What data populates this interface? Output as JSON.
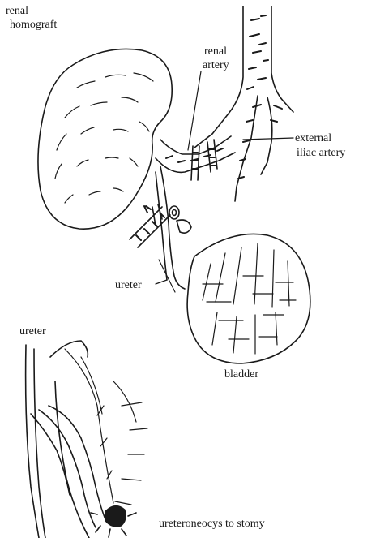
{
  "labels": {
    "renal_homograft_line1": "renal",
    "renal_homograft_line2": "homograft",
    "renal_artery_line1": "renal",
    "renal_artery_line2": "artery",
    "external_iliac_line1": "external",
    "external_iliac_line2": "iliac artery",
    "ureter_top": "ureter",
    "bladder": "bladder",
    "ureter_inset": "ureter",
    "ureteroneocystostomy": "ureteroneocys to stomy"
  }
}
